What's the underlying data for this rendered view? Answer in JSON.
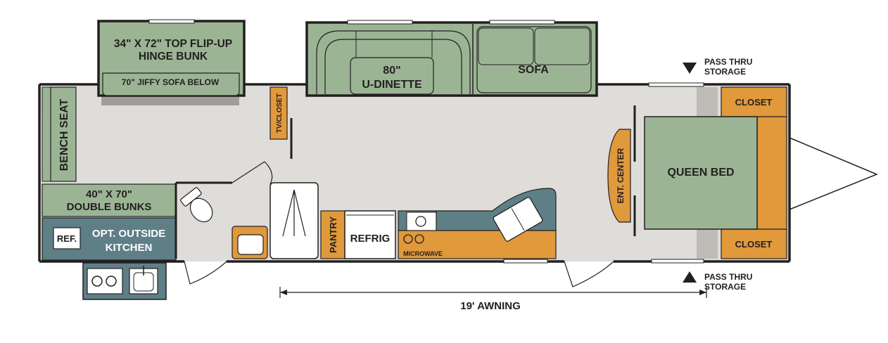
{
  "colors": {
    "wall": "#231f20",
    "floor": "#deddd9",
    "green": "#9bb594",
    "slate": "#5f7f86",
    "orange": "#e0993b",
    "gray_floor": "#bdbcb6",
    "white": "#ffffff"
  },
  "labels": {
    "flip_bunk_1": "34\" X 72\" TOP FLIP-UP",
    "flip_bunk_2": "HINGE BUNK",
    "jiffy_sofa": "70\" JIFFY SOFA BELOW",
    "dinette_1": "80\"",
    "dinette_2": "U-DINETTE",
    "sofa": "SOFA",
    "pass_thru_top_1": "PASS THRU",
    "pass_thru_top_2": "STORAGE",
    "bench_seat": "BENCH SEAT",
    "tv_closet": "TV/CLOSET",
    "closet_top": "CLOSET",
    "queen_bed": "QUEEN BED",
    "ent_center": "ENT. CENTER",
    "double_bunks_1": "40\" X 70\"",
    "double_bunks_2": "DOUBLE BUNKS",
    "ref_small": "REF.",
    "outside_kitchen_1": "OPT. OUTSIDE",
    "outside_kitchen_2": "KITCHEN",
    "pantry": "PANTRY",
    "refrig": "REFRIG",
    "microwave": "MICROWAVE",
    "closet_bottom": "CLOSET",
    "pass_thru_bottom_1": "PASS THRU",
    "pass_thru_bottom_2": "STORAGE",
    "awning": "19' AWNING"
  }
}
